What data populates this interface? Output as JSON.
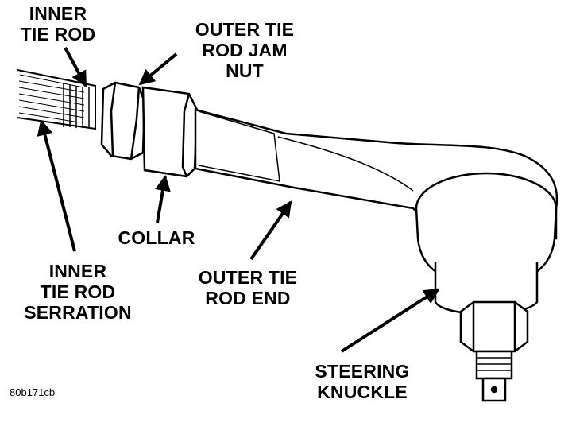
{
  "labels": {
    "inner_tie_rod": [
      "INNER",
      "TIE ROD"
    ],
    "outer_tie_rod_jam_nut": [
      "OUTER TIE",
      "ROD JAM",
      "NUT"
    ],
    "collar": [
      "COLLAR"
    ],
    "inner_tie_rod_serration": [
      "INNER",
      "TIE ROD",
      "SERRATION"
    ],
    "outer_tie_rod_end": [
      "OUTER TIE",
      "ROD END"
    ],
    "steering_knuckle": [
      "STEERING",
      "KNUCKLE"
    ]
  },
  "figure_id": "80b171cb"
}
